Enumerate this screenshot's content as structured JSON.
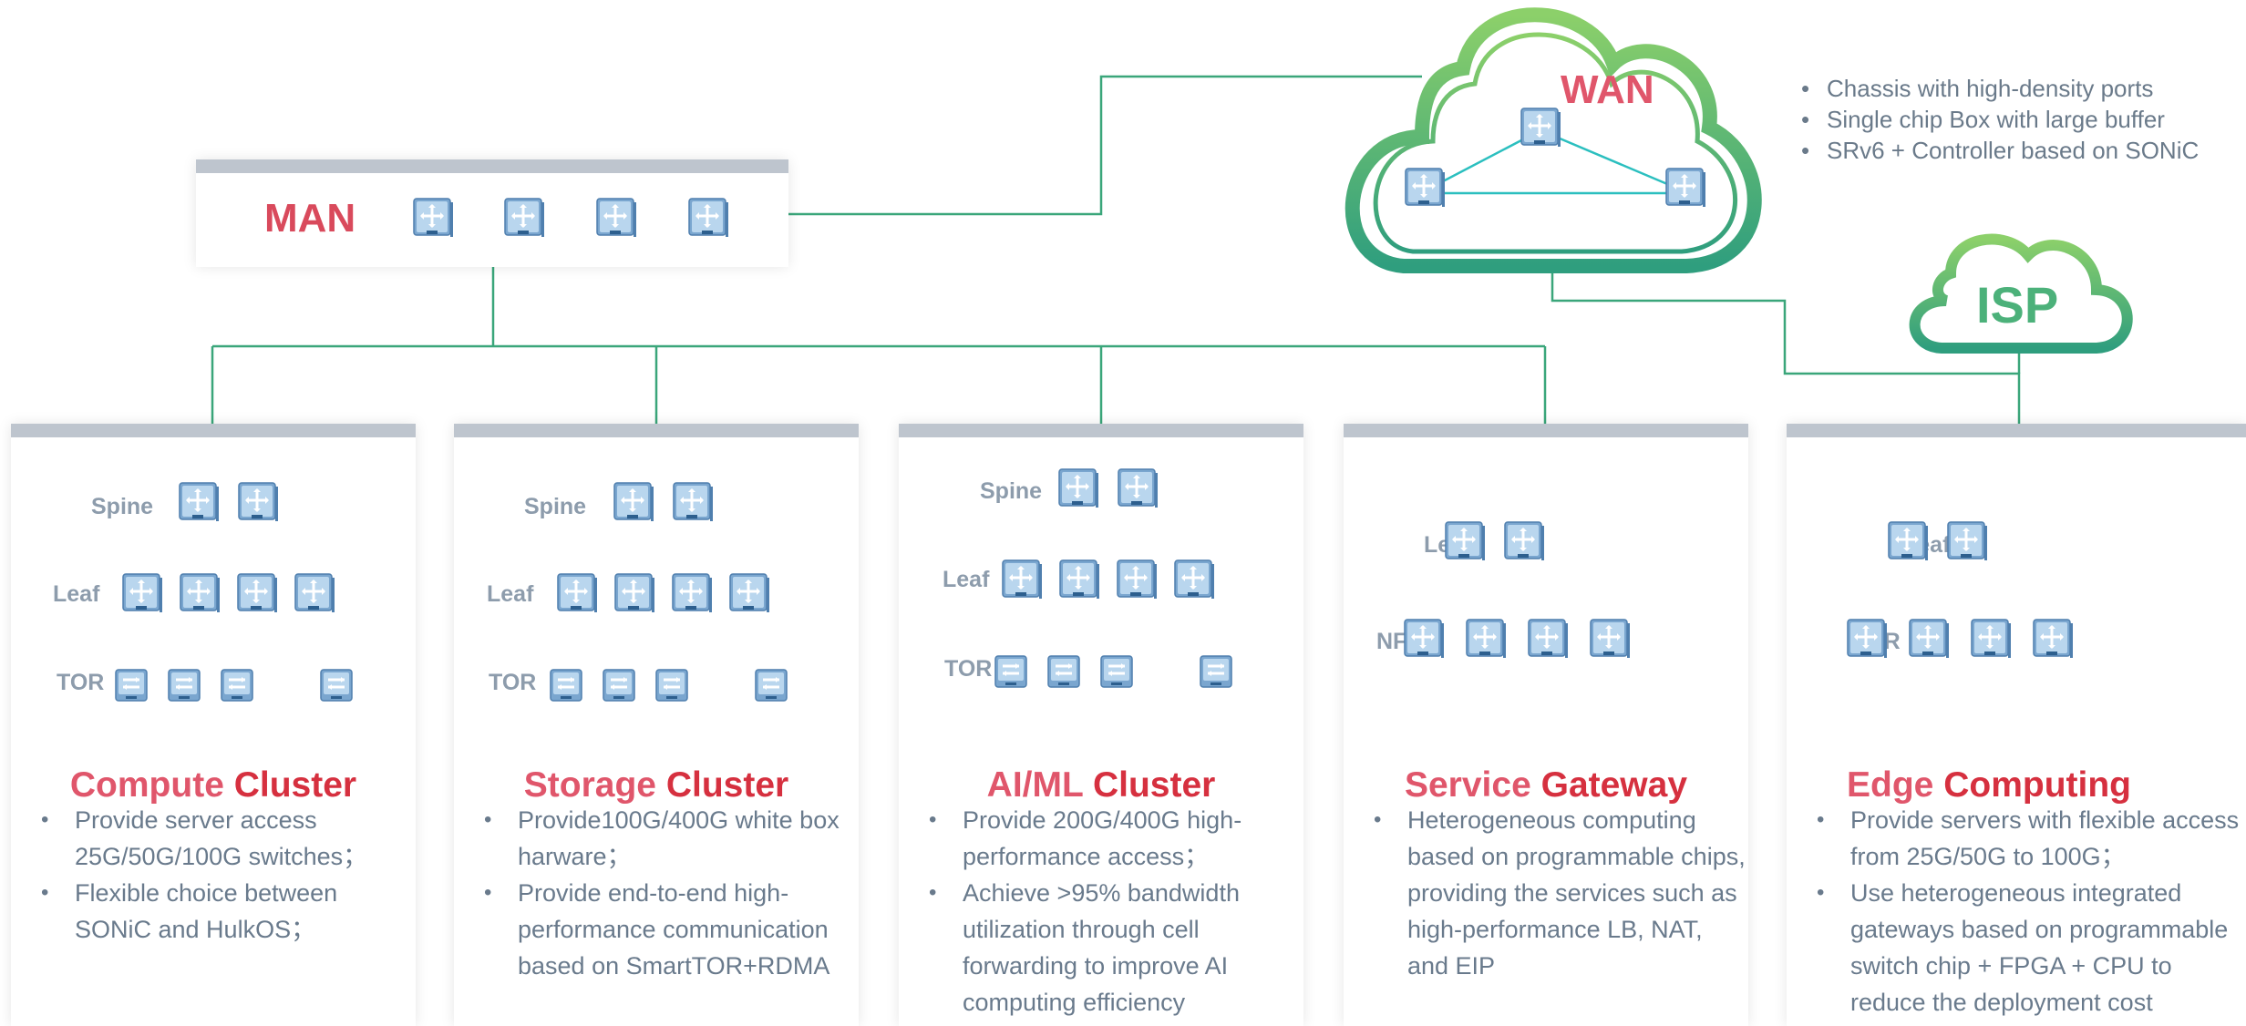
{
  "man": {
    "label": "MAN",
    "switch_count": 4
  },
  "wan": {
    "label": "WAN",
    "bullets": [
      "Chassis with high-density ports",
      "Single chip Box with large buffer",
      "SRv6 + Controller based on SONiC"
    ]
  },
  "isp": {
    "label": "ISP"
  },
  "colors": {
    "accent_red": "#d94a5c",
    "title_red": "#d6303f",
    "link_green": "#3aa67a",
    "mesh_teal": "#2bbfbf",
    "card_bar": "#bec5ce",
    "text_gray": "#697a8c",
    "cloud_green": "#6cc36a"
  },
  "icons": [
    "switch-icon"
  ],
  "clusters": [
    {
      "id": "compute",
      "title_word1": "Compute",
      "title_word2": "Cluster",
      "tiers": {
        "top": "Spine",
        "mid": "Leaf",
        "bottom": "TOR"
      },
      "bullets": [
        "Provide server access 25G/50G/100G switches；",
        "Flexible choice between SONiC and HulkOS；"
      ]
    },
    {
      "id": "storage",
      "title_word1": "Storage",
      "title_word2": "Cluster",
      "tiers": {
        "top": "Spine",
        "mid": "Leaf",
        "bottom": "TOR"
      },
      "bullets": [
        "Provide100G/400G white box harware；",
        "Provide end-to-end high-performance communication based on SmartTOR+RDMA"
      ]
    },
    {
      "id": "aiml",
      "title_word1": "AI/ML",
      "title_word2": "Cluster",
      "tiers": {
        "top": "Spine",
        "mid": "Leaf",
        "bottom": "TOR"
      },
      "bullets": [
        "Provide 200G/400G high-performance access；",
        "Achieve >95% bandwidth utilization through cell forwarding to improve AI computing efficiency"
      ]
    },
    {
      "id": "gateway",
      "title_word1": "Service",
      "title_word2": "Gateway",
      "tiers": {
        "top": "Leaf",
        "bottom": "NFV"
      },
      "bullets": [
        "Heterogeneous computing based on programmable chips, providing the services such as high-performance LB, NAT, and EIP"
      ]
    },
    {
      "id": "edge",
      "title_word1": "Edge",
      "title_word2": "Computing",
      "tiers": {
        "top": "Leaf",
        "bottom": "ToR"
      },
      "bullets": [
        "Provide servers with flexible access from 25G/50G to 100G；",
        "Use heterogeneous integrated gateways based on programmable switch chip + FPGA + CPU to reduce the deployment cost"
      ]
    }
  ]
}
